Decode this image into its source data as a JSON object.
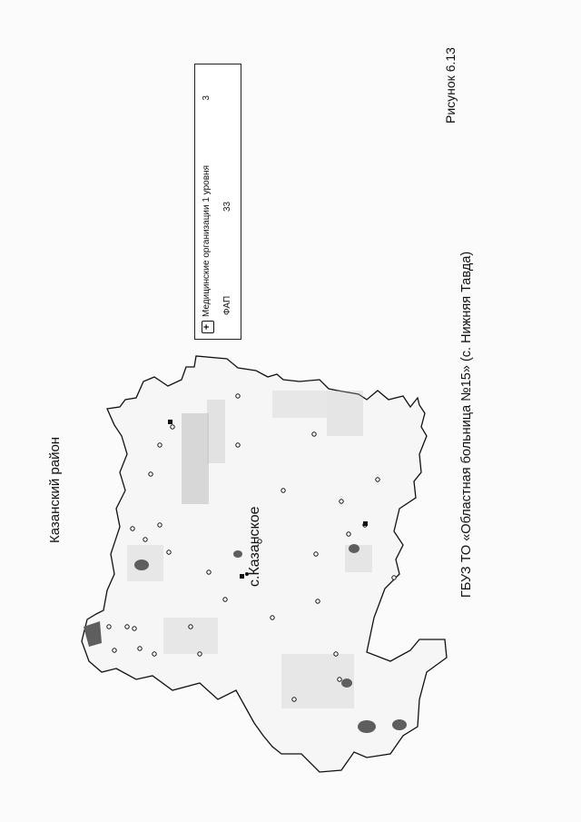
{
  "map": {
    "title": "Казанский район",
    "caption": "ГБУЗ ТО «Областная больница №15» (с. Нижняя Тавда)",
    "figure_number": "Рисунок 6.13",
    "town_label": "с.Казанское",
    "legend": {
      "items": [
        {
          "icon": "medical-cross-icon",
          "label": "Медицинские организации 1 уровня",
          "count": "3"
        },
        {
          "label": "ФАП",
          "count": "33"
        }
      ]
    },
    "colors": {
      "border": "#111111",
      "fill_light": "#bdbdbd",
      "fill_dark": "#5e5e5e",
      "background": "#fbfbfb"
    }
  }
}
